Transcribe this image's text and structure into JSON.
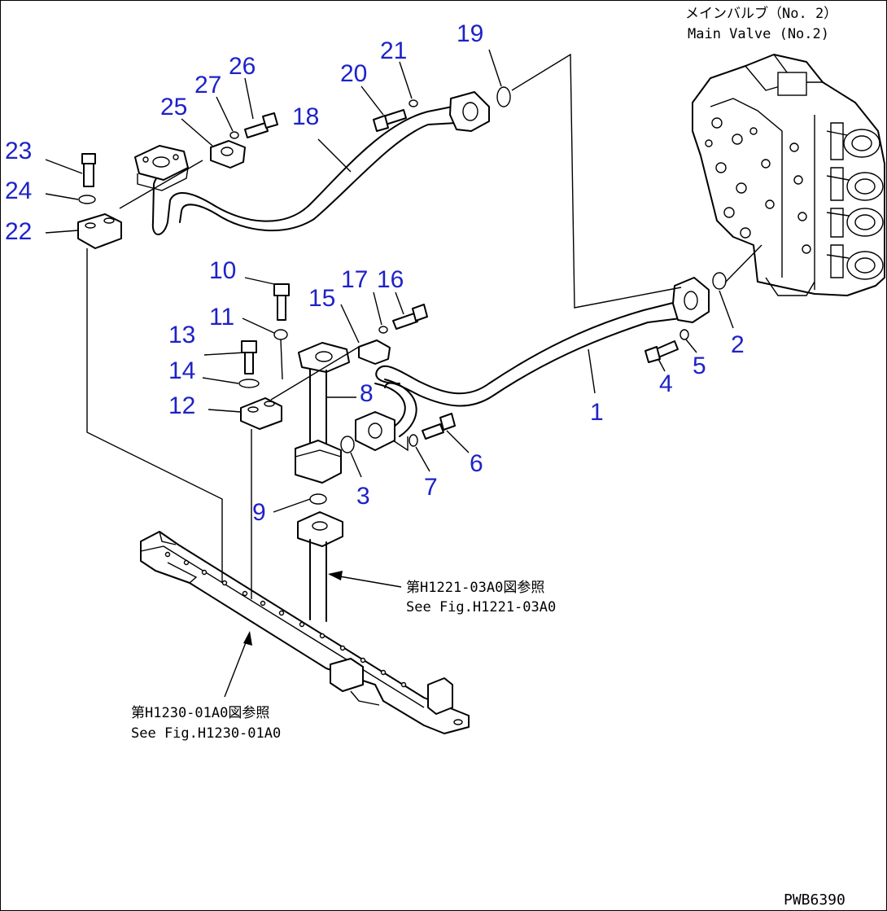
{
  "header": {
    "ref_jp": "メインバルブ（No. 2）",
    "ref_en": "Main Valve (No.2)"
  },
  "callouts": [
    {
      "id": "c1",
      "label": "1"
    },
    {
      "id": "c2",
      "label": "2"
    },
    {
      "id": "c3",
      "label": "3"
    },
    {
      "id": "c4",
      "label": "4"
    },
    {
      "id": "c5",
      "label": "5"
    },
    {
      "id": "c6",
      "label": "6"
    },
    {
      "id": "c7",
      "label": "7"
    },
    {
      "id": "c8",
      "label": "8"
    },
    {
      "id": "c9",
      "label": "9"
    },
    {
      "id": "c10",
      "label": "10"
    },
    {
      "id": "c11",
      "label": "11"
    },
    {
      "id": "c12",
      "label": "12"
    },
    {
      "id": "c13",
      "label": "13"
    },
    {
      "id": "c14",
      "label": "14"
    },
    {
      "id": "c15",
      "label": "15"
    },
    {
      "id": "c16",
      "label": "16"
    },
    {
      "id": "c17",
      "label": "17"
    },
    {
      "id": "c18",
      "label": "18"
    },
    {
      "id": "c19",
      "label": "19"
    },
    {
      "id": "c20",
      "label": "20"
    },
    {
      "id": "c21",
      "label": "21"
    },
    {
      "id": "c22",
      "label": "22"
    },
    {
      "id": "c23",
      "label": "23"
    },
    {
      "id": "c24",
      "label": "24"
    },
    {
      "id": "c25",
      "label": "25"
    },
    {
      "id": "c26",
      "label": "26"
    },
    {
      "id": "c27",
      "label": "27"
    }
  ],
  "references": {
    "fig1_jp": "第H1221-03A0図参照",
    "fig1_en": "See Fig.H1221-03A0",
    "fig2_jp": "第H1230-01A0図参照",
    "fig2_en": "See Fig.H1230-01A0"
  },
  "drawing_code": "PWB6390",
  "colors": {
    "callout": "#1e22c8",
    "line": "#000000"
  }
}
